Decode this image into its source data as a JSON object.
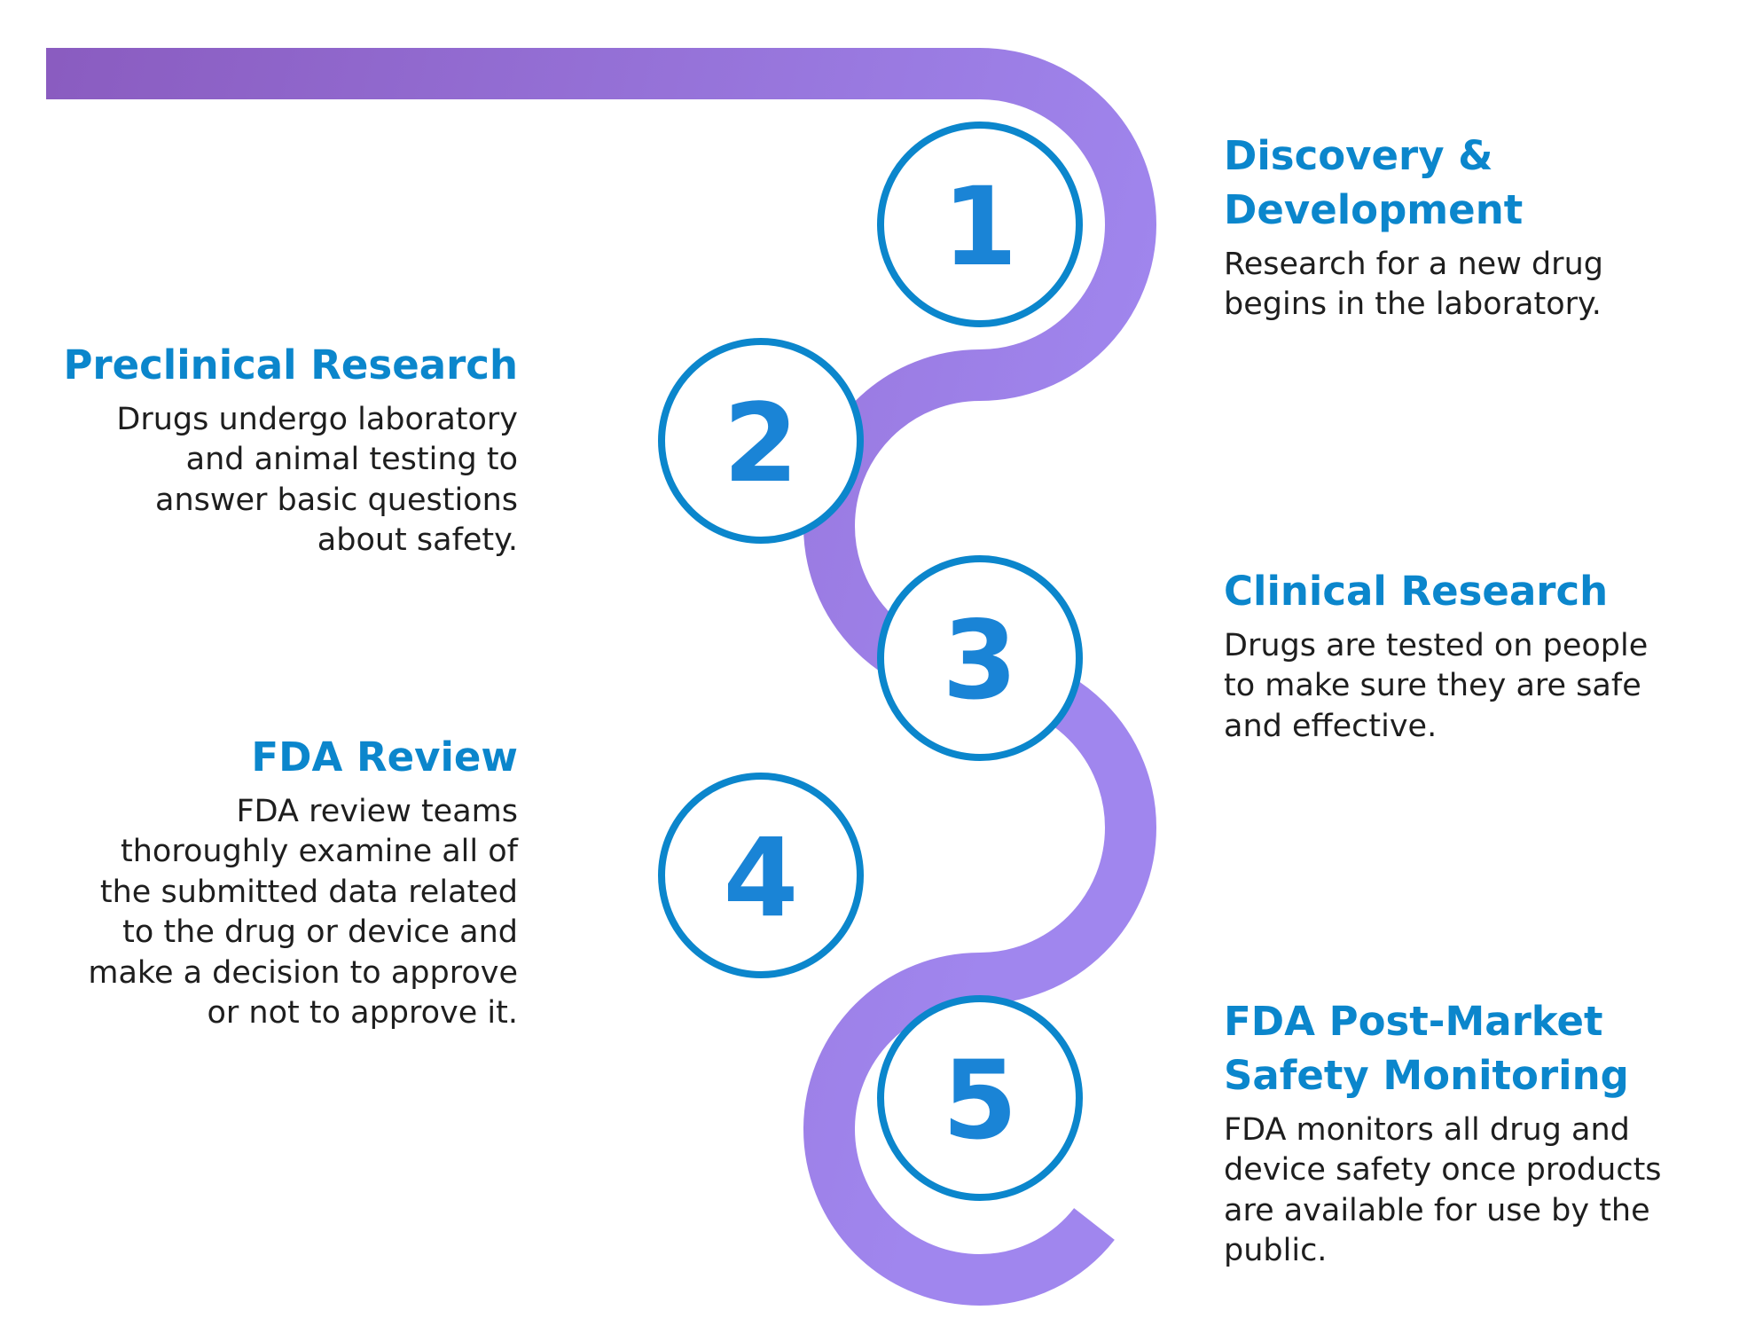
{
  "colors": {
    "path_start": "#8a5cc0",
    "path_end": "#a086ee",
    "title": "#0b86cc",
    "circle": "#0b86cc",
    "number": "#1a84d6",
    "body_text": "#1e1e1e"
  },
  "steps": [
    {
      "number": "1",
      "title": "Discovery &\nDevelopment",
      "description": "Research for a new drug\nbegins in the laboratory."
    },
    {
      "number": "2",
      "title": "Preclinical Research",
      "description": "Drugs undergo laboratory\nand animal testing to\nanswer basic questions\nabout safety."
    },
    {
      "number": "3",
      "title": "Clinical Research",
      "description": "Drugs are tested on people\nto make sure they are safe\nand effective."
    },
    {
      "number": "4",
      "title": "FDA Review",
      "description": "FDA review teams\nthoroughly examine all of\nthe submitted data related\nto the drug or device and\nmake a decision to approve\nor not to approve it."
    },
    {
      "number": "5",
      "title": "FDA Post-Market\nSafety Monitoring",
      "description": "FDA monitors all drug and\ndevice safety once products\nare available for use by the\npublic."
    }
  ]
}
